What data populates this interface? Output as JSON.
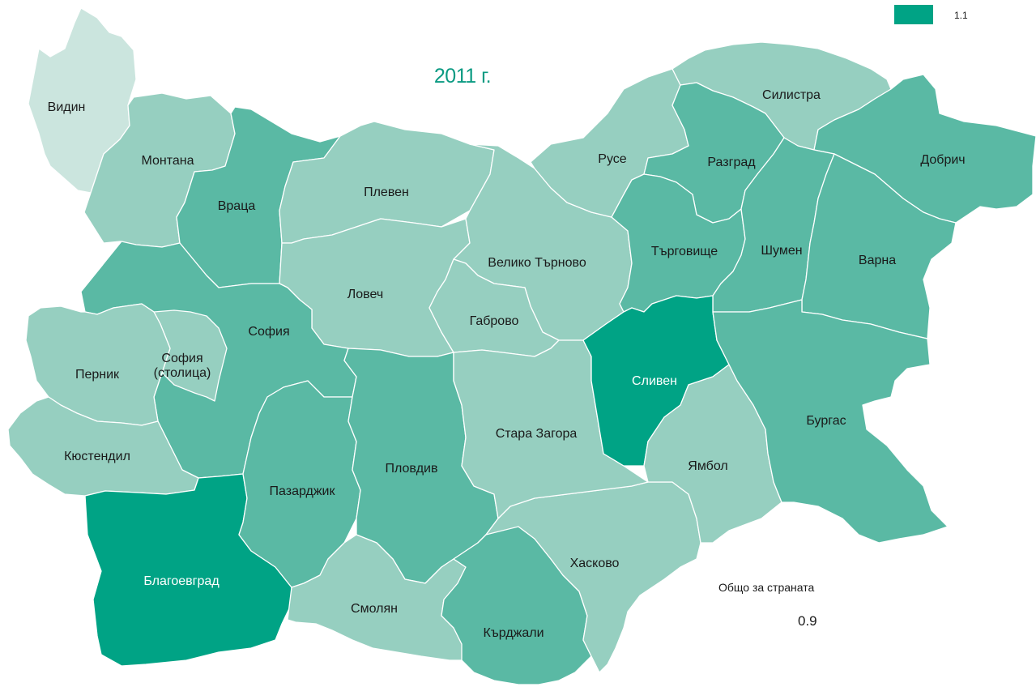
{
  "title": "2011 г.",
  "legend": {
    "label": "1.1",
    "color": "#00a385"
  },
  "total": {
    "label": "Общо за страната",
    "value": "0.9"
  },
  "colors": {
    "very_light": "#cbe5de",
    "light": "#96cfc0",
    "medium": "#5ab9a4",
    "dark": "#00a385"
  },
  "regions": [
    {
      "name": "Видин",
      "shade": "very_light"
    },
    {
      "name": "Монтана",
      "shade": "light"
    },
    {
      "name": "Враца",
      "shade": "medium"
    },
    {
      "name": "Плевен",
      "shade": "light"
    },
    {
      "name": "Ловеч",
      "shade": "light"
    },
    {
      "name": "Велико Търново",
      "shade": "light"
    },
    {
      "name": "Габрово",
      "shade": "light"
    },
    {
      "name": "Русе",
      "shade": "light"
    },
    {
      "name": "Силистра",
      "shade": "light"
    },
    {
      "name": "Разград",
      "shade": "medium"
    },
    {
      "name": "Добрич",
      "shade": "medium"
    },
    {
      "name": "Търговище",
      "shade": "medium"
    },
    {
      "name": "Шумен",
      "shade": "medium"
    },
    {
      "name": "Варна",
      "shade": "medium"
    },
    {
      "name": "София",
      "shade": "medium"
    },
    {
      "name": "София\n(столица)",
      "shade": "light"
    },
    {
      "name": "Перник",
      "shade": "light"
    },
    {
      "name": "Кюстендил",
      "shade": "light"
    },
    {
      "name": "Благоевград",
      "shade": "dark"
    },
    {
      "name": "Пазарджик",
      "shade": "medium"
    },
    {
      "name": "Пловдив",
      "shade": "medium"
    },
    {
      "name": "Смолян",
      "shade": "light"
    },
    {
      "name": "Кърджали",
      "shade": "medium"
    },
    {
      "name": "Хасково",
      "shade": "light"
    },
    {
      "name": "Стара Загора",
      "shade": "light"
    },
    {
      "name": "Сливен",
      "shade": "dark"
    },
    {
      "name": "Ямбол",
      "shade": "light"
    },
    {
      "name": "Бургас",
      "shade": "medium"
    }
  ]
}
